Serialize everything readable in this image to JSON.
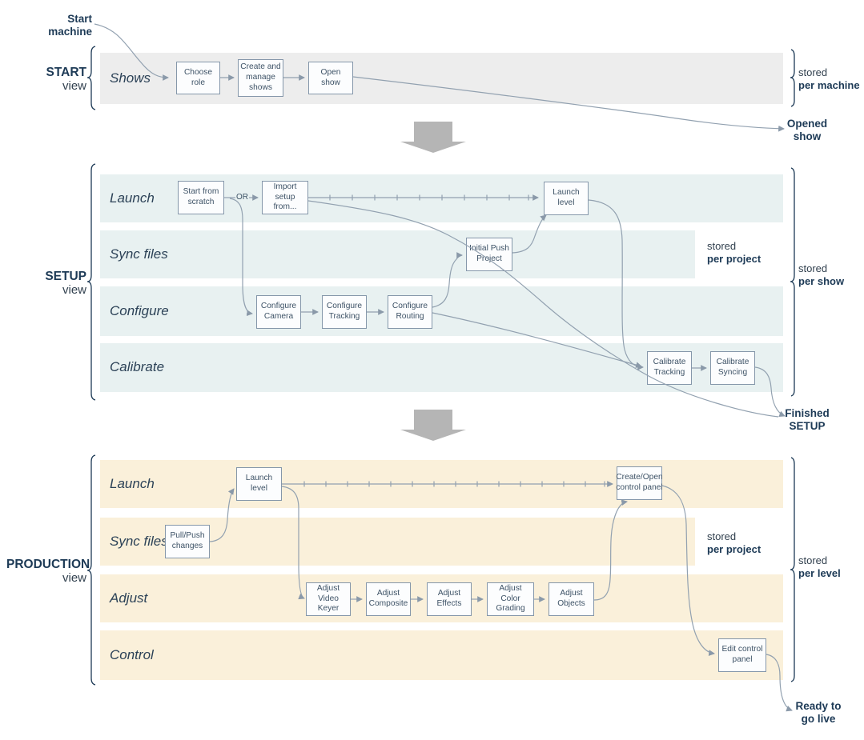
{
  "sections": {
    "start": {
      "bold": "START",
      "view": "view"
    },
    "setup": {
      "bold": "SETUP",
      "view": "view"
    },
    "production": {
      "bold": "PRODUCTION",
      "view": "view"
    }
  },
  "lanes": {
    "shows": "Shows",
    "setup_launch": "Launch",
    "setup_sync": "Sync files",
    "configure": "Configure",
    "calibrate": "Calibrate",
    "prod_launch": "Launch",
    "prod_sync": "Sync files",
    "adjust": "Adjust",
    "control": "Control"
  },
  "boxes": {
    "choose_role": "Choose role",
    "create_manage_shows": "Create and manage shows",
    "open_show": "Open show",
    "start_from_scratch": "Start from scratch",
    "import_setup": "Import setup from...",
    "launch_level_setup": "Launch level",
    "initial_push_project": "Initial Push Project",
    "configure_camera": "Configure Camera",
    "configure_tracking": "Configure Tracking",
    "configure_routing": "Configure Routing",
    "calibrate_tracking": "Calibrate Tracking",
    "calibrate_syncing": "Calibrate Syncing",
    "launch_level_prod": "Launch level",
    "pull_push_changes": "Pull/Push changes",
    "create_open_control_panel": "Create/Open control panel",
    "adjust_video_keyer": "Adjust Video Keyer",
    "adjust_composite": "Adjust Composite",
    "adjust_effects": "Adjust Effects",
    "adjust_color_grading": "Adjust Color Grading",
    "adjust_objects": "Adjust Objects",
    "edit_control_panel": "Edit control panel"
  },
  "connectors": {
    "or": "OR"
  },
  "annotations": {
    "start_machine": [
      "Start",
      "machine"
    ],
    "opened_show": [
      "Opened",
      "show"
    ],
    "finished_setup": [
      "Finished",
      "SETUP"
    ],
    "ready_go_live": [
      "Ready to",
      "go live"
    ]
  },
  "side_labels": {
    "stored": "stored",
    "per_machine": "per machine",
    "per_show": "per show",
    "per_level": "per level",
    "per_project": "per project"
  },
  "colors": {
    "start_lane": "#ededed",
    "setup_lane": "#e8f1f1",
    "production_lane": "#faf0da",
    "accent_navy": "#1d3a56",
    "box_border": "#8597aa",
    "box_fill": "#fcfdfe",
    "line": "#92a1b0",
    "section_arrow_gray": "#b5b5b5"
  }
}
